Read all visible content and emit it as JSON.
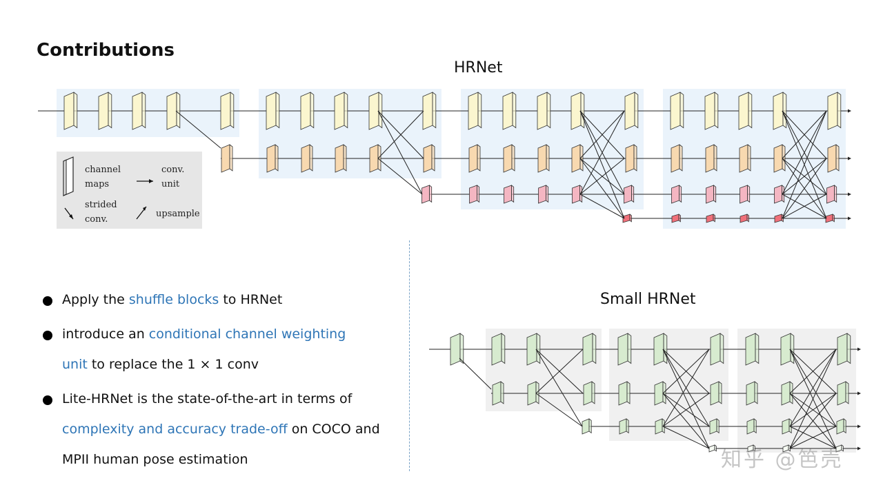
{
  "slide": {
    "title": "Contributions"
  },
  "hrnet": {
    "label": "HRNet",
    "colors": {
      "row0": "#fbf6cf",
      "row1": "#f8d9b0",
      "row2": "#f4b6c2",
      "row3": "#f0707a",
      "bg": "#eaf3fb"
    }
  },
  "legend": {
    "channel_maps_1": "channel",
    "channel_maps_2": "maps",
    "conv_unit_1": "conv.",
    "conv_unit_2": "unit",
    "strided_1": "strided",
    "strided_2": "conv.",
    "upsample": "upsample"
  },
  "small_hrnet": {
    "label": "Small HRNet",
    "colors": {
      "node": "#d7ebcf",
      "small": "#f6fbf3",
      "bg": "#f0f0f0"
    }
  },
  "bullets": {
    "b1_pre": "Apply the ",
    "b1_hl": "shuffle blocks",
    "b1_post": " to HRNet",
    "b2_pre": "introduce an  ",
    "b2_hl1": "conditional channel  weighting",
    "b2_hl2": "unit",
    "b2_post": "  to replace the 1 × 1  conv",
    "b3_pre": "Lite-HRNet is the state-of-the-art in terms of",
    "b3_hl": "complexity and accuracy trade-off",
    "b3_post": " on COCO and",
    "b3_end": "MPII human pose estimation"
  },
  "watermark": {
    "text": "知乎 @笆壳"
  }
}
